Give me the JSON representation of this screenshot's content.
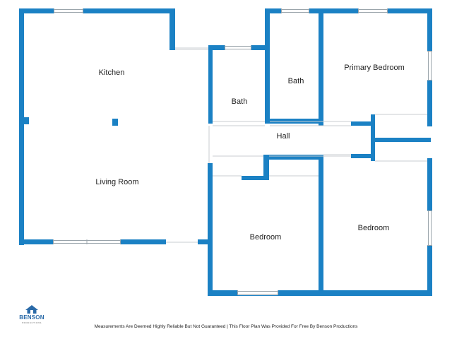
{
  "colors": {
    "wall": "#1b81c4",
    "window_frame": "#9aa4ab",
    "door_line": "#c9ced2",
    "text": "#222222"
  },
  "rooms": {
    "kitchen": "Kitchen",
    "living_room": "Living Room",
    "bath_small": "Bath",
    "bath_upper": "Bath",
    "primary_bedroom": "Primary Bedroom",
    "hall": "Hall",
    "bedroom_lower": "Bedroom",
    "bedroom_right": "Bedroom"
  },
  "logo": {
    "name": "BENSON",
    "tagline": "PRODUCTIONS",
    "icon": "house-icon"
  },
  "footer": "Measurements Are Deemed Highly Reliable But Not Guaranteed | This Floor Plan Was Provided For Free By Benson Productions"
}
